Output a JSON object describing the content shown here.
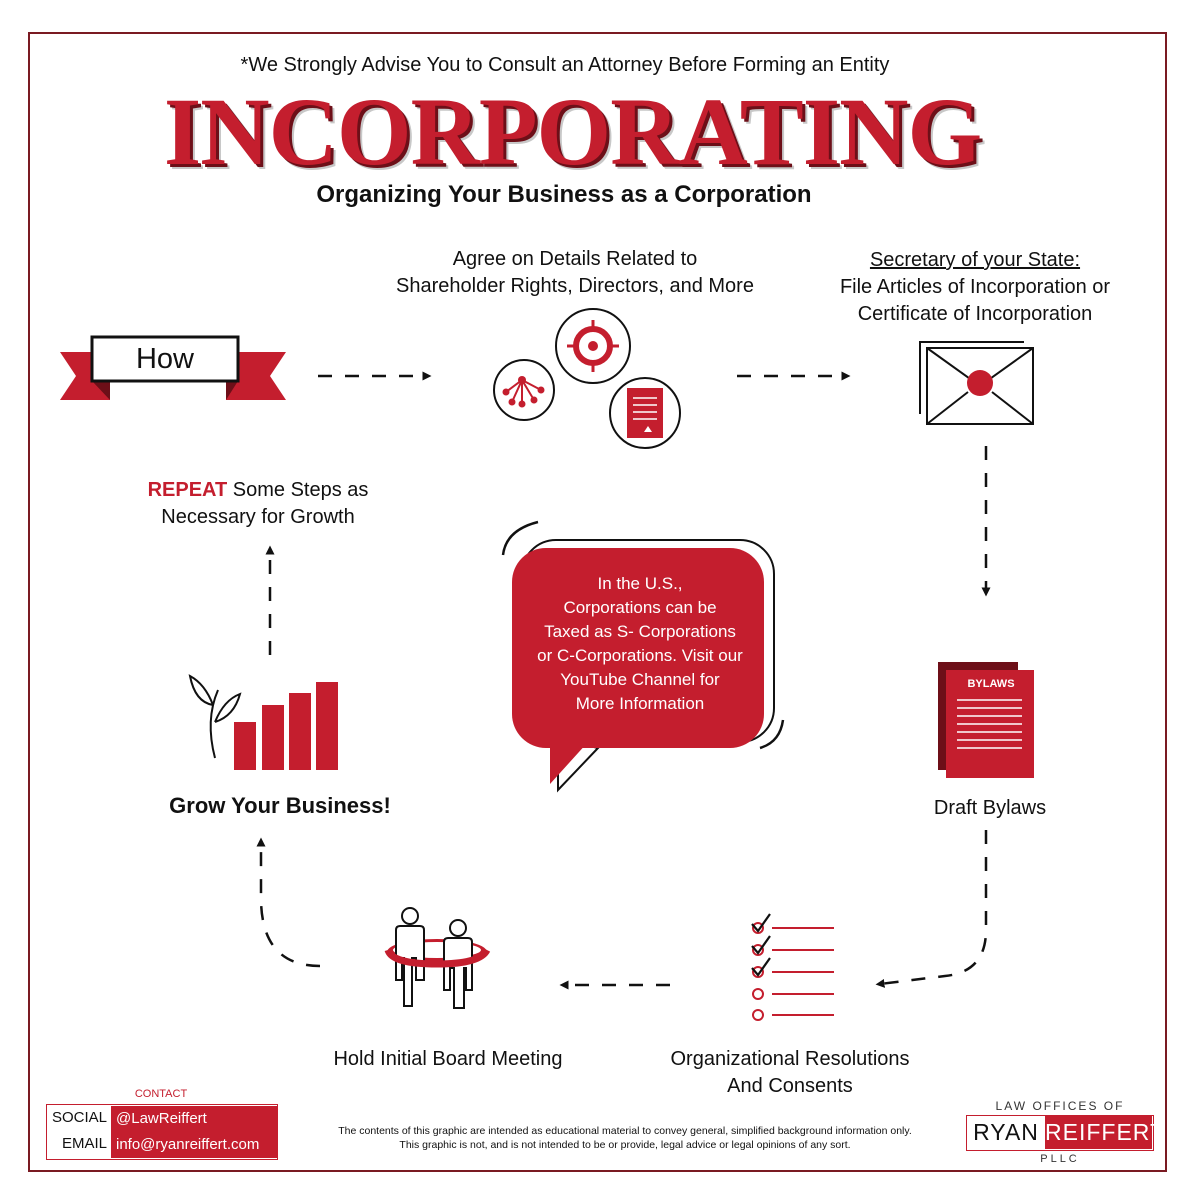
{
  "header": {
    "advisory": "*We Strongly Advise You to Consult an Attorney Before Forming an Entity",
    "title": "INCORPORATING",
    "subtitle": "Organizing Your Business as a Corporation"
  },
  "steps": {
    "how": "How",
    "agree": {
      "line1": "Agree on Details Related to",
      "line2": "Shareholder Rights, Directors, and More"
    },
    "file": {
      "heading": "Secretary of your State:",
      "line1": "File Articles of Incorporation or",
      "line2": "Certificate of Incorporation"
    },
    "bylaws": {
      "label": "Draft Bylaws",
      "doc_tag": "BYLAWS"
    },
    "resolutions": {
      "line1": "Organizational Resolutions",
      "line2": "And Consents"
    },
    "meeting": "Hold Initial Board Meeting",
    "grow": "Grow Your Business!",
    "repeat": {
      "highlight": "REPEAT",
      "rest1": " Some Steps as",
      "line2": "Necessary for Growth"
    }
  },
  "bubble": {
    "lines": [
      "In the U.S.,",
      "Corporations can be",
      "Taxed as S- Corporations",
      "or C-Corporations. Visit our",
      "YouTube Channel for",
      "More Information"
    ]
  },
  "footer": {
    "contact_heading": "CONTACT",
    "social_label": "SOCIAL",
    "social_value": "@LawReiffert",
    "email_label": "EMAIL",
    "email_value": "info@ryanreiffert.com",
    "disclaimer1": "The contents of this graphic are intended as educational material to convey general, simplified background information only.",
    "disclaimer2": "This graphic is not, and is not intended to be or provide, legal advice or legal opinions of any sort.",
    "logo": {
      "top": "LAW OFFICES OF",
      "first": "RYAN",
      "second": "REIFFERT",
      "suffix": "PLLC"
    }
  },
  "colors": {
    "accent": "#c41e2e",
    "dark_accent": "#6d0f18",
    "frame": "#7a1a22",
    "ink": "#111111"
  },
  "icons": {
    "how": "ribbon-banner-icon",
    "agree": "network-target-document-icons",
    "file": "sealed-envelope-icon",
    "bylaws": "bylaws-document-icon",
    "resolutions": "checklist-icon",
    "meeting": "board-meeting-people-icon",
    "grow": "growth-chart-plant-icon"
  }
}
